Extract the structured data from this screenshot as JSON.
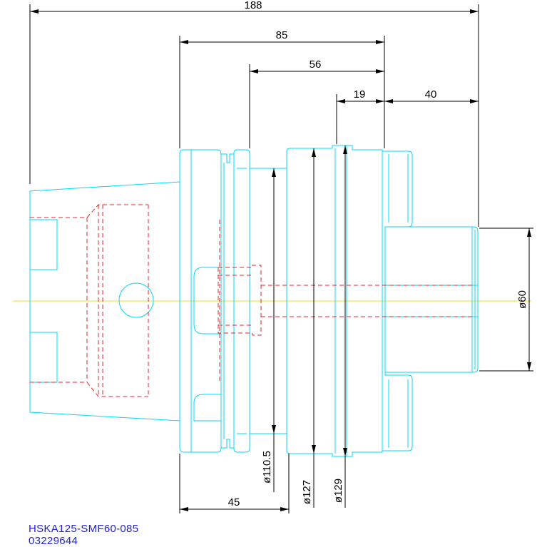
{
  "dimensions": {
    "overall_length": "188",
    "length_85": "85",
    "length_56": "56",
    "length_19": "19",
    "length_40": "40",
    "length_45": "45",
    "dia_60": "ø60",
    "dia_110_5": "ø110.5",
    "dia_127": "ø127",
    "dia_129": "ø129"
  },
  "title_block": {
    "part_name": "HSKA125-SMF60-085",
    "part_number": "03229644"
  },
  "colors": {
    "part_outline": "#00d8ff",
    "hidden_lines": "#e0242c",
    "center_line": "#e8e800",
    "dimensions": "#000000",
    "title_text": "#1f1fd1"
  }
}
